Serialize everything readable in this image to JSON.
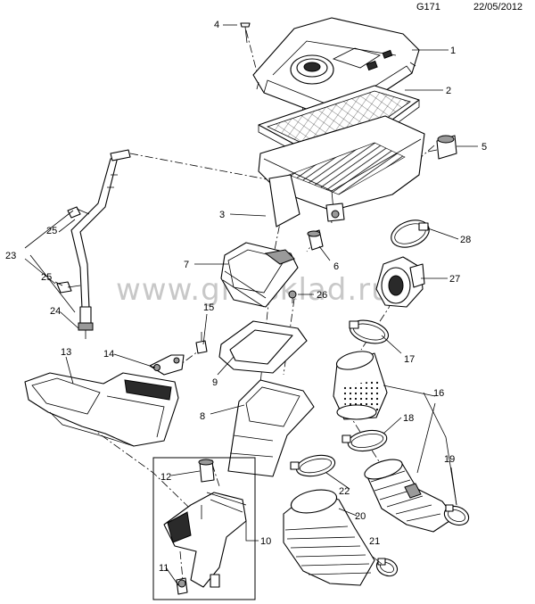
{
  "header": {
    "code": "G171",
    "date": "22/05/2012"
  },
  "watermark": "www.gm-sklad.ru",
  "callouts": [
    "1",
    "2",
    "3",
    "4",
    "5",
    "6",
    "7",
    "8",
    "9",
    "10",
    "11",
    "12",
    "13",
    "14",
    "15",
    "16",
    "17",
    "18",
    "19",
    "20",
    "21",
    "22",
    "23",
    "24",
    "25",
    "25",
    "26",
    "27",
    "28"
  ]
}
